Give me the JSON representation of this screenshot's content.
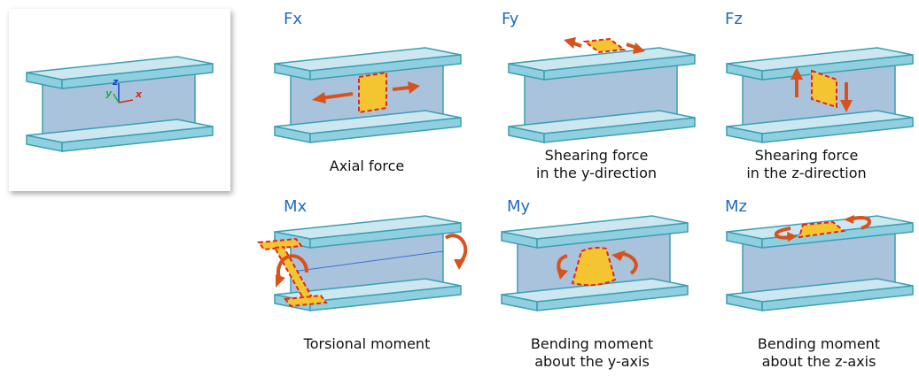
{
  "reference": {
    "axis_x": "x",
    "axis_y": "y",
    "axis_z": "z"
  },
  "colors": {
    "flange_top": "#cde7f0",
    "flange_side": "#8fcfe0",
    "web": "#a9c3dc",
    "outline": "#3a9fb3",
    "arrow": "#d8521e",
    "patch": "#f4c531",
    "patch_border": "#e0261a",
    "tag": "#1f6cc2"
  },
  "panels": [
    {
      "tag": "Fx",
      "caption_line1": "Axial force",
      "caption_line2": ""
    },
    {
      "tag": "Fy",
      "caption_line1": "Shearing force",
      "caption_line2": "in the y-direction"
    },
    {
      "tag": "Fz",
      "caption_line1": "Shearing force",
      "caption_line2": "in the z-direction"
    },
    {
      "tag": "Mx",
      "caption_line1": "Torsional moment",
      "caption_line2": ""
    },
    {
      "tag": "My",
      "caption_line1": "Bending moment",
      "caption_line2": "about the y-axis"
    },
    {
      "tag": "Mz",
      "caption_line1": "Bending moment",
      "caption_line2": "about the z-axis"
    }
  ]
}
